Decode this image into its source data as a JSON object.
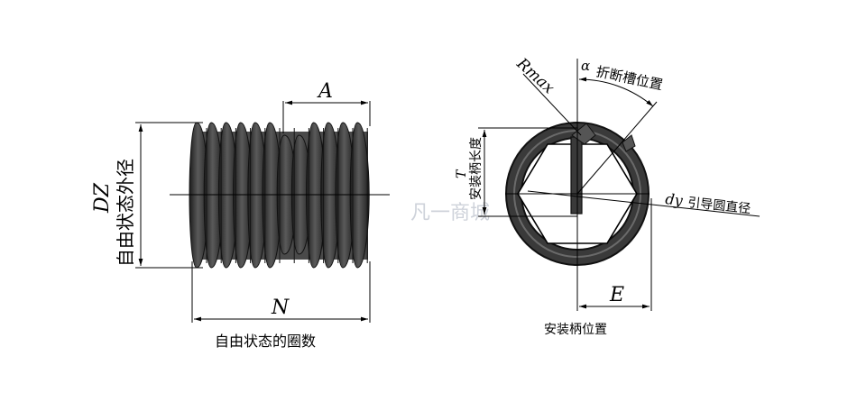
{
  "labels": {
    "dim_a": "A",
    "dim_dz": "DZ",
    "dim_dz_desc": "自由状态外径",
    "dim_n": "N",
    "dim_n_desc": "自由状态的圈数",
    "rmax": "Rmax",
    "alpha": "α",
    "alpha_desc": "折断槽位置",
    "dim_t": "T",
    "dim_t_desc": "安装柄长度",
    "dy": "dy",
    "dy_desc": "引导圆直径",
    "dim_e": "E",
    "dim_e_desc": "安装柄位置"
  },
  "watermark": "凡一商城",
  "colors": {
    "ink": "#000000",
    "coil_fill": "#3a3a3a",
    "coil_edge": "#111111",
    "watermark": "#c9ced6"
  }
}
